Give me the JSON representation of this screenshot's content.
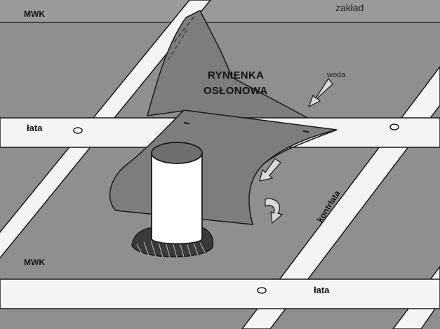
{
  "labels": {
    "mwk_top": "MWK",
    "mwk_bottom": "MWK",
    "zaklad": "zakład",
    "title_line1": "RYNIENKA",
    "title_line2": "OSŁONOWA",
    "woda": "woda",
    "lata_top": "łata",
    "lata_bottom": "łata",
    "kontrlata": "kontrłata"
  },
  "colors": {
    "membrane": "#8f8f8f",
    "membrane_upper": "#9a9a9a",
    "batten": "#f4f4f4",
    "outline": "#1a1a1a",
    "gutter": "#7d7d7d",
    "pipe": "#ffffff",
    "pipe_top": "#6f6f6f"
  }
}
